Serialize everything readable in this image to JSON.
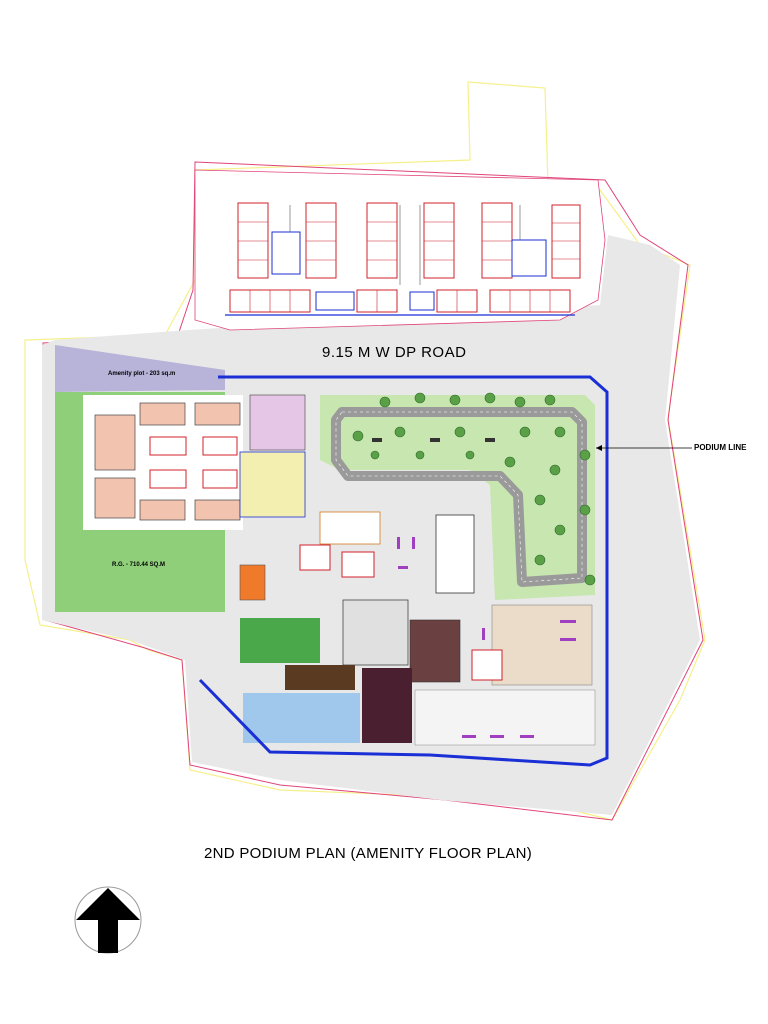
{
  "road_label": "9.15 M W DP ROAD",
  "podium_line_label": "PODIUM LINE",
  "amenity_plot_label": "Amenity plot - 203 sq.m",
  "rg_label": "R.G. - 710.44 SQ.M",
  "plan_title": "2ND PODIUM PLAN (AMENITY FLOOR PLAN)",
  "north_arrow": "north-arrow-icon",
  "colors": {
    "road_fill": "#e8e8e8",
    "site_boundary": "#e0457b",
    "property_line": "#f6f08a",
    "podium_line": "#1a2fd6",
    "rg_green": "#8fcf7a",
    "amenity_plot": "#b8b3d8",
    "landscape": "#c8e6b0",
    "track": "#9a9a9a",
    "unit_wall": "#d0202a",
    "unit_room": "#f2c4b0"
  }
}
